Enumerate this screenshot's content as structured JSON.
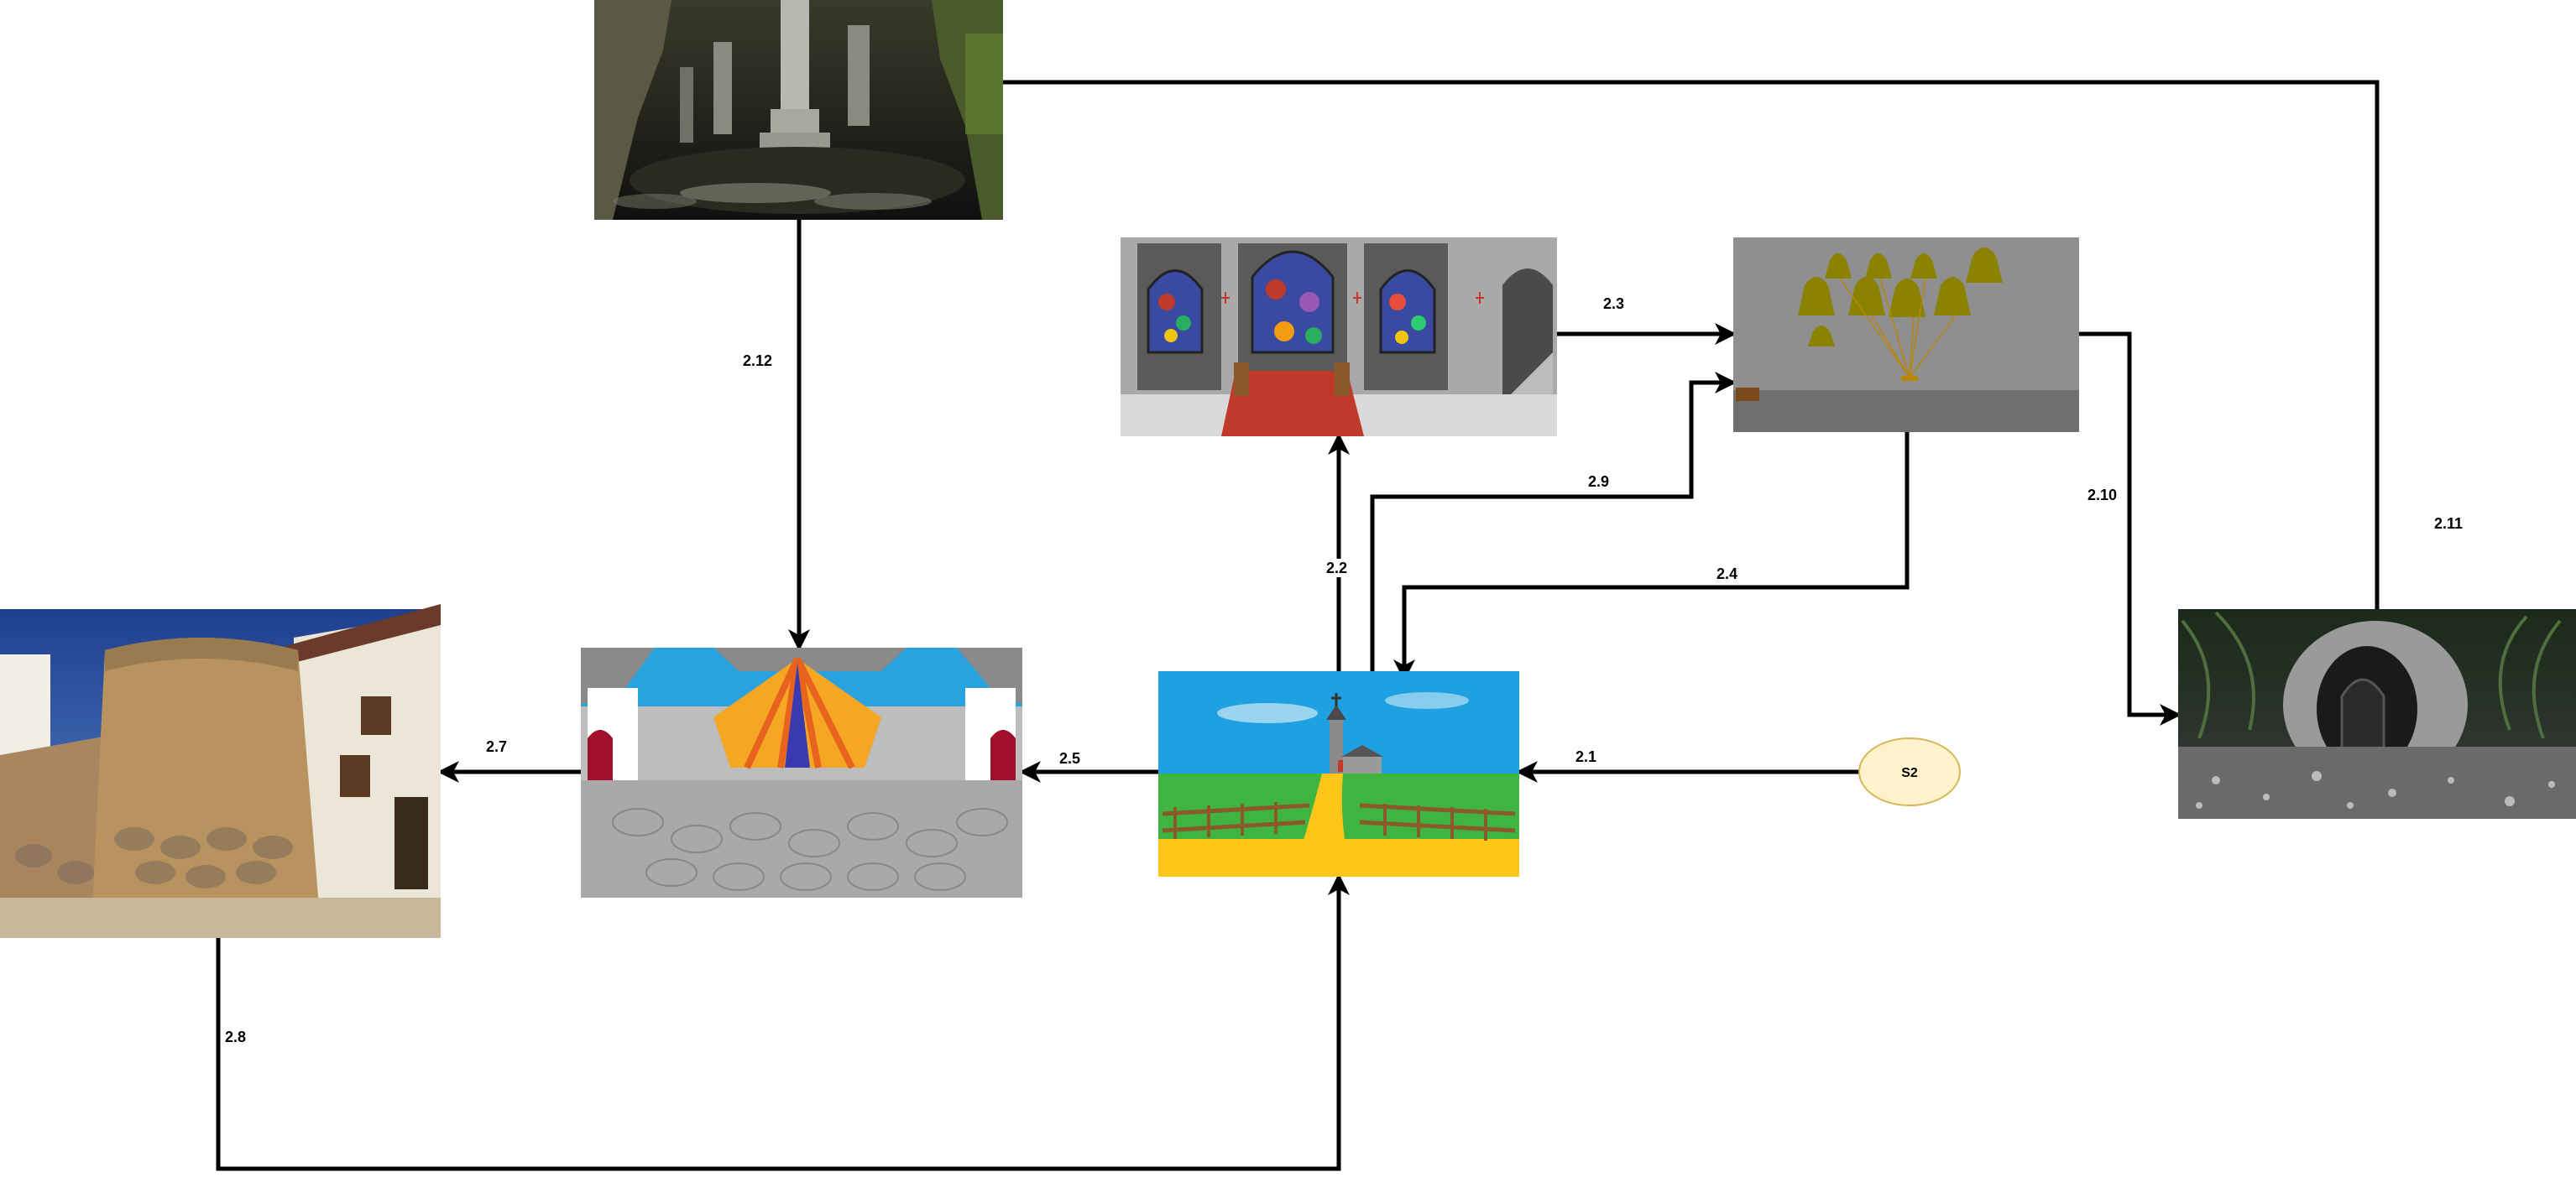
{
  "start_node": {
    "label": "S2"
  },
  "scenes": {
    "cave_columns": {
      "icon": "cave-with-stone-columns"
    },
    "cathedral": {
      "icon": "cathedral-interior-stained-glass"
    },
    "bell_room": {
      "icon": "room-with-hanging-bells"
    },
    "tunnel": {
      "icon": "dark-tunnel-with-door"
    },
    "tower": {
      "icon": "stone-round-tower-street"
    },
    "market": {
      "icon": "market-square-with-tent"
    },
    "village": {
      "icon": "village-church-landscape"
    }
  },
  "edges": [
    {
      "id": "2.1",
      "label": "2.1"
    },
    {
      "id": "2.2",
      "label": "2.2"
    },
    {
      "id": "2.3",
      "label": "2.3"
    },
    {
      "id": "2.4",
      "label": "2.4"
    },
    {
      "id": "2.5",
      "label": "2.5"
    },
    {
      "id": "2.7",
      "label": "2.7"
    },
    {
      "id": "2.8",
      "label": "2.8"
    },
    {
      "id": "2.9",
      "label": "2.9"
    },
    {
      "id": "2.10",
      "label": "2.10"
    },
    {
      "id": "2.11",
      "label": "2.11"
    },
    {
      "id": "2.12",
      "label": "2.12"
    }
  ],
  "colors": {
    "edge": "#000000",
    "start_fill": "#fff2cc",
    "start_stroke": "#d6b656"
  }
}
